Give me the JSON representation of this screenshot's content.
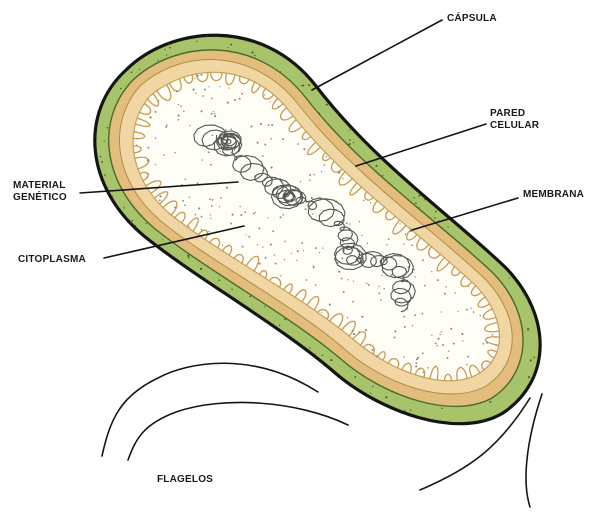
{
  "diagram": {
    "labels": {
      "capsula": "CÁPSULA",
      "pared_line1": "PARED",
      "pared_line2": "CELULAR",
      "material_line1": "MATERIAL",
      "material_line2": "GENÉTICO",
      "membrana": "MEMBRANA",
      "citoplasma": "CITOPLASMA",
      "flagelos": "FLAGELOS"
    },
    "colors": {
      "capsule": "#a7c46a",
      "capsule_dots": "#3f5a23",
      "cell_wall": "#e3bd7d",
      "cytoplasm": "#fefdf6",
      "outline": "#151515",
      "dna": "#555555"
    }
  }
}
